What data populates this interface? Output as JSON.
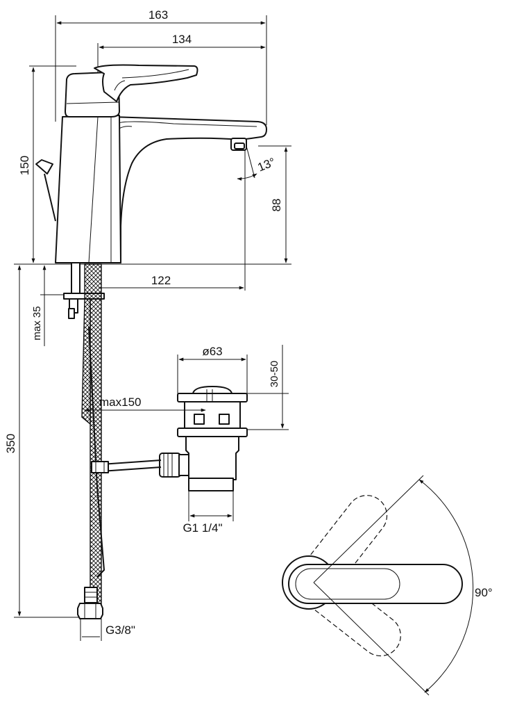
{
  "drawing": {
    "dimensions": {
      "overall_width": "163",
      "spout_reach": "134",
      "height": "150",
      "spout_angle": "13°",
      "spout_height": "88",
      "projection": "122",
      "deck_thickness": "max 35",
      "hose_length": "350",
      "popup_diameter": "ø63",
      "popup_range": "30-50",
      "rod_reach": "max150",
      "drain_thread": "G1 1/4\"",
      "supply_thread": "G3/8\"",
      "lever_rotation": "90°"
    }
  }
}
